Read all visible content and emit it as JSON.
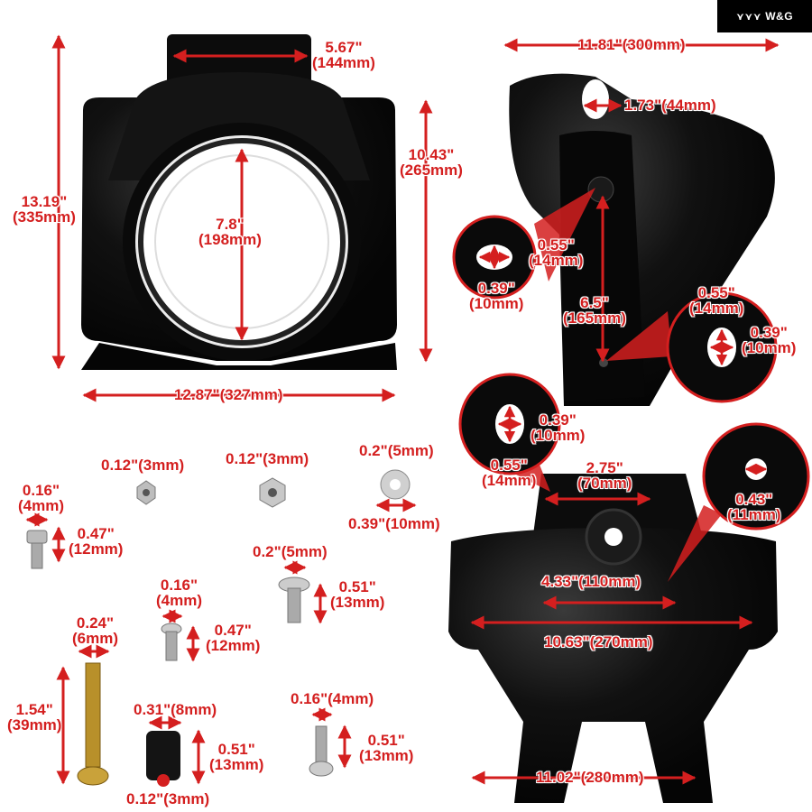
{
  "brand": {
    "mark": "⋎⋎⋎",
    "name": "W&G"
  },
  "colors": {
    "accent": "#d41f1f",
    "part": "#0c0c0c",
    "highlight": "#3a3a3a",
    "background": "#ffffff"
  },
  "labels": {
    "top_tab_width": {
      "in": "5.67\"",
      "mm": "(144mm)"
    },
    "total_height": {
      "in": "13.19\"",
      "mm": "(335mm)"
    },
    "body_height": {
      "in": "10.43\"",
      "mm": "(265mm)"
    },
    "speaker_diameter": {
      "in": "7.8\"",
      "mm": "(198mm)"
    },
    "front_width": {
      "in": "12.87\"(327mm)"
    },
    "side_depth": {
      "in": "11.81\"(300mm)"
    },
    "slot_top": {
      "in": "1.73\"(44mm)"
    },
    "slot_a_w": {
      "in": "0.55\"",
      "mm": "(14mm)"
    },
    "slot_a_h": {
      "in": "0.39\"",
      "mm": "(10mm)"
    },
    "side_height": {
      "in": "6.5\"",
      "mm": "(165mm)"
    },
    "slot_b_w": {
      "in": "0.55\"",
      "mm": "(14mm)"
    },
    "slot_b_h": {
      "in": "0.39\"",
      "mm": "(10mm)"
    },
    "slot_c_h": {
      "in": "0.39\"",
      "mm": "(10mm)"
    },
    "slot_c_w": {
      "in": "0.55\"",
      "mm": "(14mm)"
    },
    "rear_tab": {
      "in": "2.75\"",
      "mm": "(70mm)"
    },
    "rear_hole": {
      "in": "0.43\"",
      "mm": "(11mm)"
    },
    "rear_inner": {
      "in": "4.33\"(110mm)"
    },
    "rear_width": {
      "in": "10.63\"(270mm)"
    },
    "rear_bottom": {
      "in": "11.02\"(280mm)"
    },
    "nut1": {
      "in": "0.12\"(3mm)"
    },
    "nut2": {
      "in": "0.12\"(3mm)"
    },
    "washer_in": {
      "in": "0.2\"(5mm)"
    },
    "washer_out": {
      "in": "0.39\"(10mm)"
    },
    "bolt1_d": {
      "in": "0.16\"",
      "mm": "(4mm)"
    },
    "bolt1_l": {
      "in": "0.47\"",
      "mm": "(12mm)"
    },
    "flat1_d": {
      "in": "0.2\"(5mm)"
    },
    "flat1_l": {
      "in": "0.51\"",
      "mm": "(13mm)"
    },
    "phil1_d": {
      "in": "0.16\"",
      "mm": "(4mm)"
    },
    "phil1_l": {
      "in": "0.47\"",
      "mm": "(12mm)"
    },
    "long_d": {
      "in": "0.24\"",
      "mm": "(6mm)"
    },
    "long_l": {
      "in": "1.54\"",
      "mm": "(39mm)"
    },
    "wellnut_d": {
      "in": "0.31\"(8mm)"
    },
    "wellnut_l": {
      "in": "0.51\"",
      "mm": "(13mm)"
    },
    "wellnut_h": {
      "in": "0.12\"(3mm)"
    },
    "phil2_d": {
      "in": "0.16\"(4mm)"
    },
    "phil2_l": {
      "in": "0.51\"",
      "mm": "(13mm)"
    }
  }
}
